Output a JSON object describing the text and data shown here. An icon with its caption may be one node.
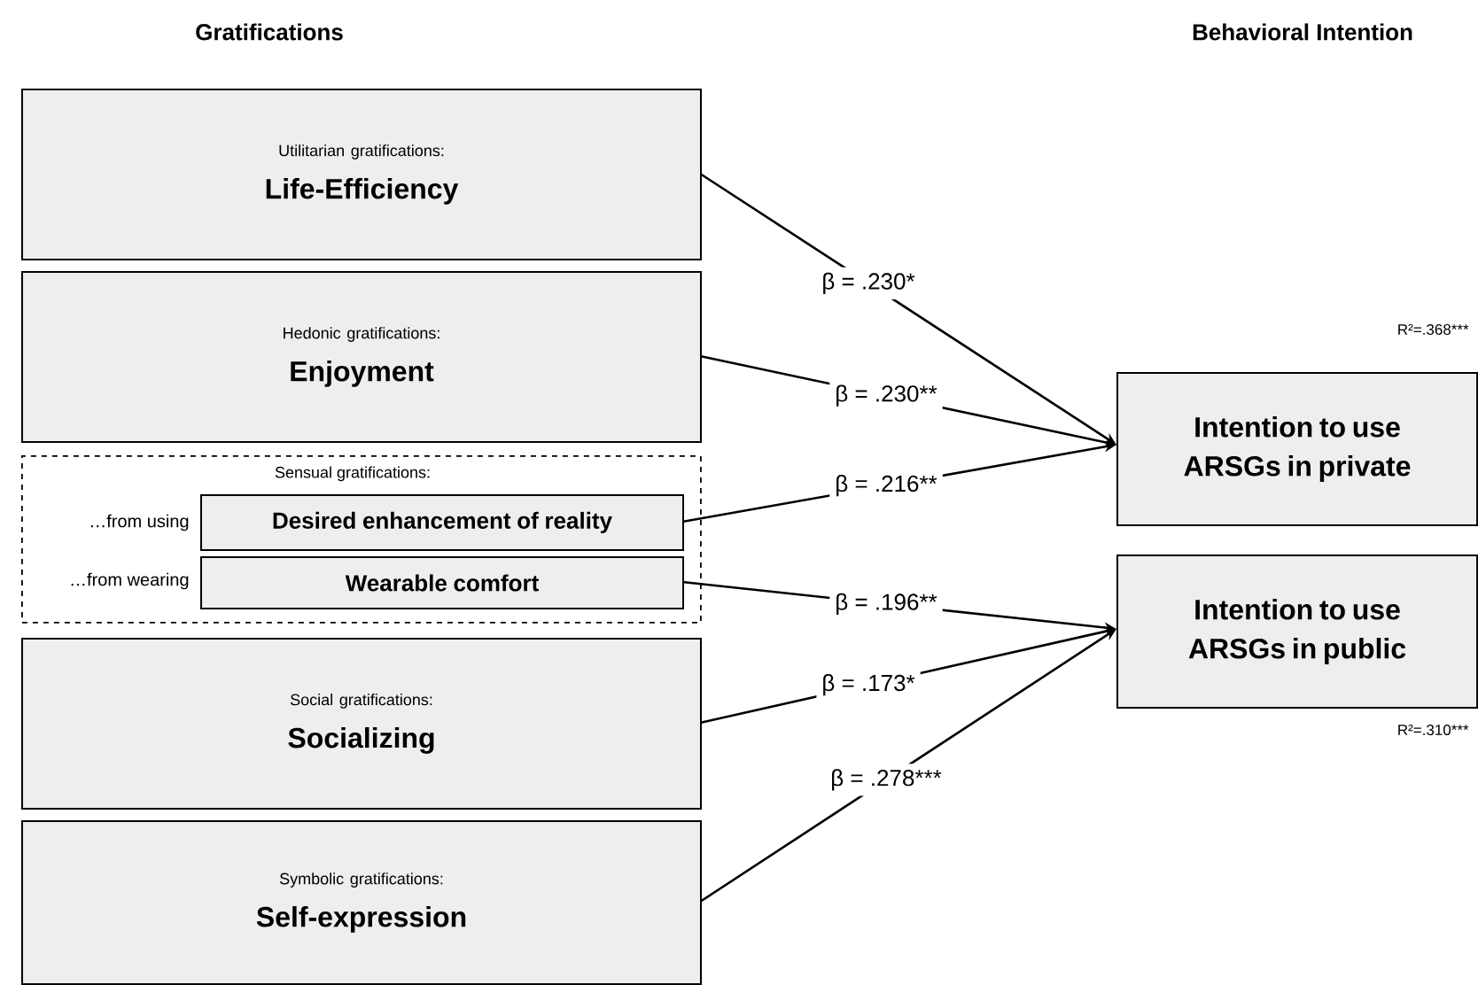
{
  "diagram": {
    "nodes": [
      {
        "text": [
          "Utilitarian gratifications:",
          "Life-Efficiency"
        ]
      },
      {
        "text": [
          "Hedonic gratifications:",
          "Enjoyment"
        ]
      },
      {
        "text": [
          "Sensual gratifications:"
        ]
      },
      {
        "text": [
          "Desired enhancement of reality"
        ],
        "in": 2,
        "beside": [
          "…from using"
        ]
      },
      {
        "text": [
          "Wearable comfort"
        ],
        "in": 2,
        "beside": [
          "…from wearing"
        ]
      },
      {
        "text": [
          "Social gratifications:",
          "Socializing"
        ]
      },
      {
        "text": [
          "Symbolic gratifications:",
          "Self-expression"
        ]
      },
      {
        "text": [
          "Intention to use ARSGs in private"
        ],
        "beside": [
          "R²=.368***"
        ]
      },
      {
        "text": [
          "Intention to use ARSGs in public"
        ],
        "beside": [
          "R²=.310***"
        ]
      }
    ],
    "edges": [
      {
        "from": 0,
        "to": 7,
        "arrow": "to",
        "label": "β = .230*"
      },
      {
        "from": 1,
        "to": 7,
        "arrow": "to",
        "label": "β = .230**"
      },
      {
        "from": 3,
        "to": 7,
        "arrow": "to",
        "label": "β = .216**"
      },
      {
        "from": 4,
        "to": 8,
        "arrow": "to",
        "label": "β = .196**"
      },
      {
        "from": 5,
        "to": 8,
        "arrow": "to",
        "label": "β = .173*"
      },
      {
        "from": 6,
        "to": 8,
        "arrow": "to",
        "label": "β = .278***"
      }
    ],
    "labels": [
      "Gratifications",
      "Behavioral Intention"
    ]
  }
}
